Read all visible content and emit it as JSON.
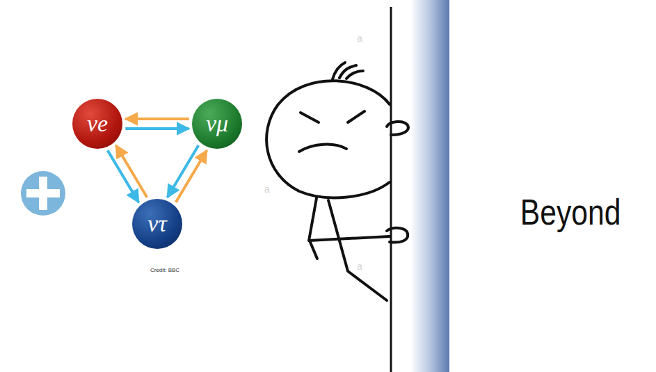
{
  "diagram": {
    "nodes": [
      {
        "text": [
          "νe"
        ]
      },
      {
        "text": [
          "νμ"
        ]
      },
      {
        "text": [
          "ντ"
        ]
      }
    ],
    "edges": [
      {
        "from": 1,
        "to": 0,
        "arrow": "to"
      },
      {
        "from": 0,
        "to": 1,
        "arrow": "to"
      },
      {
        "from": 2,
        "to": 0,
        "arrow": "to"
      },
      {
        "from": 0,
        "to": 2,
        "arrow": "to"
      },
      {
        "from": 2,
        "to": 1,
        "arrow": "to"
      },
      {
        "from": 1,
        "to": 2,
        "arrow": "to"
      }
    ],
    "labels": [
      "Credit: BBC",
      "Beyond",
      "a",
      "a",
      "a"
    ]
  }
}
